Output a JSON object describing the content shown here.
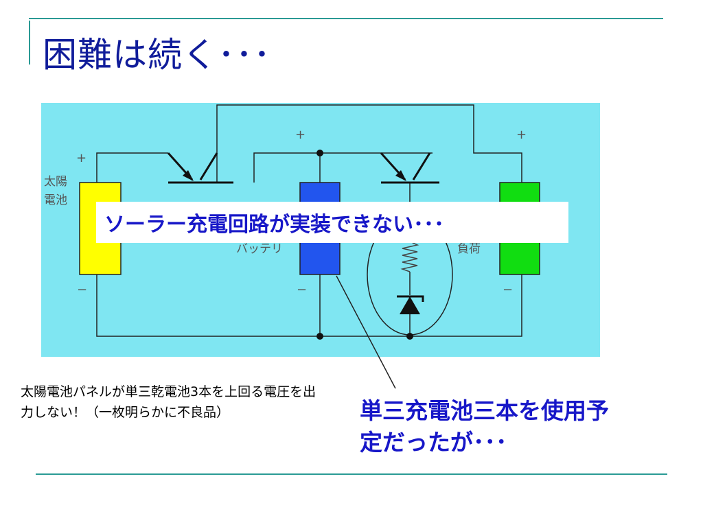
{
  "slide": {
    "title": "困難は続く･･･",
    "banner": "ソーラー充電回路が実装できない･･･",
    "note_small": "太陽電池パネルが単三乾電池3本を上回る電圧を出力しない！（一枚明らかに不良品）",
    "note_big": "単三充電池三本を使用予定だったが･･･"
  },
  "diagram": {
    "plus": "+",
    "minus": "−",
    "solar_label_1": "太陽",
    "solar_label_2": "電池",
    "battery_label": "バッテリ",
    "load_label": "負荷",
    "colors": {
      "background": "#7fe6f2",
      "solar": "#ffff00",
      "battery": "#2255ee",
      "load": "#11dd11",
      "accent_text": "#1717c8",
      "rule": "#2a9a94"
    }
  }
}
